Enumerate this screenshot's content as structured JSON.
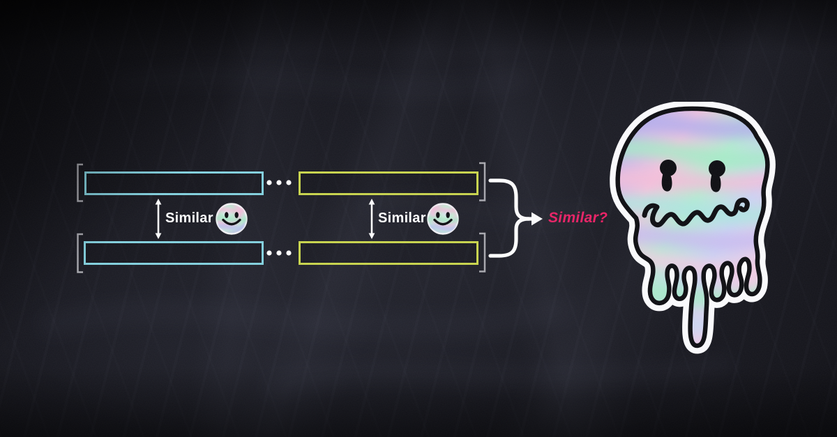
{
  "background": {
    "style": "dark-chalkboard",
    "color": "#121218"
  },
  "diagram": {
    "bracket_color": "#b4b4ba",
    "connector_color": "#ffffff",
    "left_group": {
      "row_color": "#82d0dd",
      "pair_label": "Similar",
      "pair_icon": "smiley-face-icon"
    },
    "right_group": {
      "row_color": "#c8d44b",
      "pair_label": "Similar",
      "pair_icon": "smiley-face-icon"
    },
    "ellipsis_dots_color": "#ffffff",
    "question": {
      "label": "Similar?",
      "color": "#ec1e63"
    }
  },
  "sticker": {
    "icon": "melting-smiley-sticker"
  }
}
